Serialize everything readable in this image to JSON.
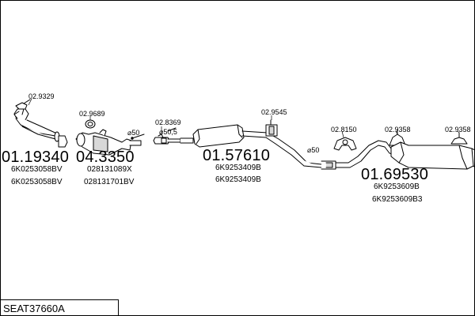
{
  "document": {
    "code": "SEAT37660A"
  },
  "parts": [
    {
      "id": "front-pipe",
      "number": "01.19340",
      "refs": [
        "6K0253058BV",
        "6K0253058BV"
      ]
    },
    {
      "id": "catalytic-converter",
      "number": "04.3350",
      "refs": [
        "028131089X",
        "028131701BV"
      ]
    },
    {
      "id": "middle-silencer",
      "number": "01.57610",
      "refs": [
        "6K9253409B",
        "6K9253409B"
      ]
    },
    {
      "id": "rear-silencer",
      "number": "01.69530",
      "refs": [
        "6K9253609B",
        "6K9253609B3"
      ]
    }
  ],
  "fittings": [
    {
      "id": "gasket-front",
      "number": "02.9329"
    },
    {
      "id": "gasket-cat",
      "number": "02.9689"
    },
    {
      "id": "clamp-mid",
      "number": "02.8369"
    },
    {
      "id": "mount-mid",
      "number": "02.9545"
    },
    {
      "id": "mount-rear-1",
      "number": "02.8150"
    },
    {
      "id": "mount-rear-2",
      "number": "02.9358"
    },
    {
      "id": "mount-rear-3",
      "number": "02.9358"
    }
  ],
  "diameters": {
    "d1": "⌀50",
    "d2": "⌀50,5",
    "d3": "⌀50"
  }
}
